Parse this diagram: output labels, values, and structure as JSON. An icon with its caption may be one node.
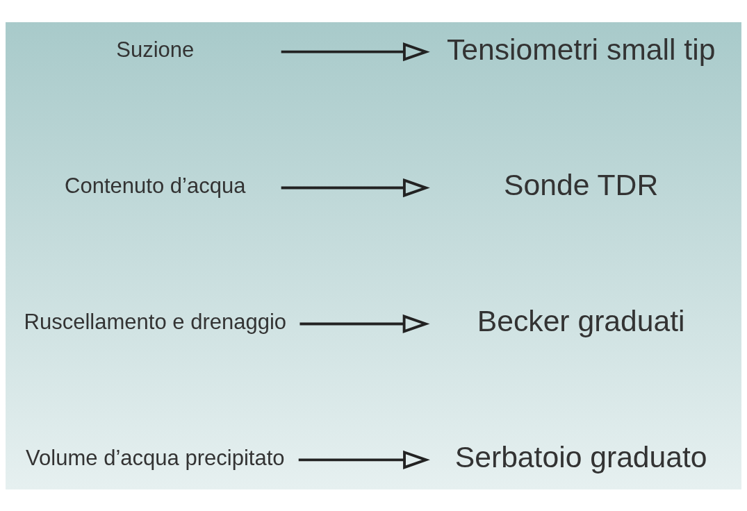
{
  "diagram": {
    "nodes": [
      {
        "text": [
          "Suzione"
        ]
      },
      {
        "text": [
          "Tensiometri small tip"
        ]
      },
      {
        "text": [
          "Contenuto d’acqua"
        ]
      },
      {
        "text": [
          "Sonde TDR"
        ]
      },
      {
        "text": [
          "Ruscellamento e drenaggio"
        ]
      },
      {
        "text": [
          "Becker graduati"
        ]
      },
      {
        "text": [
          "Volume d’acqua precipitato"
        ]
      },
      {
        "text": [
          "Serbatoio graduato"
        ]
      }
    ],
    "edges": [
      {
        "from": 0,
        "to": 1,
        "arrow": "to"
      },
      {
        "from": 2,
        "to": 3,
        "arrow": "to"
      },
      {
        "from": 4,
        "to": 5,
        "arrow": "to"
      },
      {
        "from": 6,
        "to": 7,
        "arrow": "to"
      }
    ]
  }
}
